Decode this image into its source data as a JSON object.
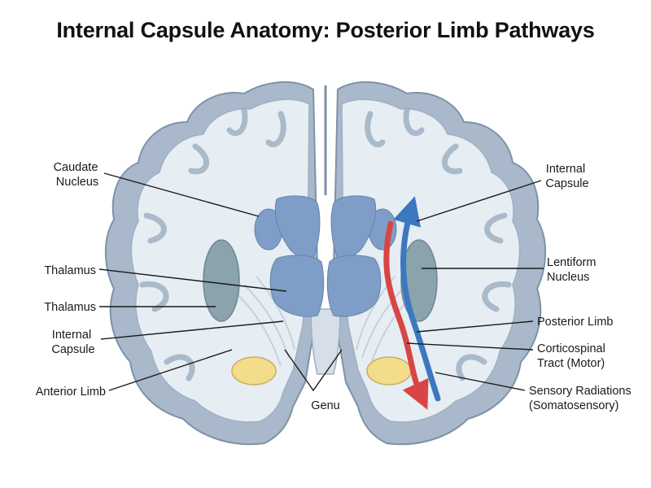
{
  "title": "Internal Capsule Anatomy: Posterior Limb Pathways",
  "labels": {
    "caudate_nucleus": [
      "Caudate",
      "Nucleus"
    ],
    "thalamus_upper": "Thalamus",
    "thalamus_lower": "Thalamus",
    "internal_capsule_left": [
      "Internal",
      "Capsule"
    ],
    "anterior_limb": "Anterior Limb",
    "genu": "Genu",
    "internal_capsule_right": [
      "Internal",
      "Capsule"
    ],
    "lentiform_nucleus": [
      "Lentiform",
      "Nucleus"
    ],
    "posterior_limb": "Posterior Limb",
    "corticospinal_tract": [
      "Corticospinal",
      "Tract (Motor)"
    ],
    "sensory_radiations": [
      "Sensory Radiations",
      "(Somatosensory)"
    ]
  },
  "colors": {
    "cortex": "#a9b9cb",
    "cortex_outline": "#7e92a8",
    "white_matter": "#e6edf3",
    "deep_nuclei": "#7f9ec7",
    "lentiform": "#8aa3ad",
    "hippocampus": "#f3dd8a",
    "motor_tract": "#d94545",
    "sensory_tract": "#3b78c0"
  }
}
